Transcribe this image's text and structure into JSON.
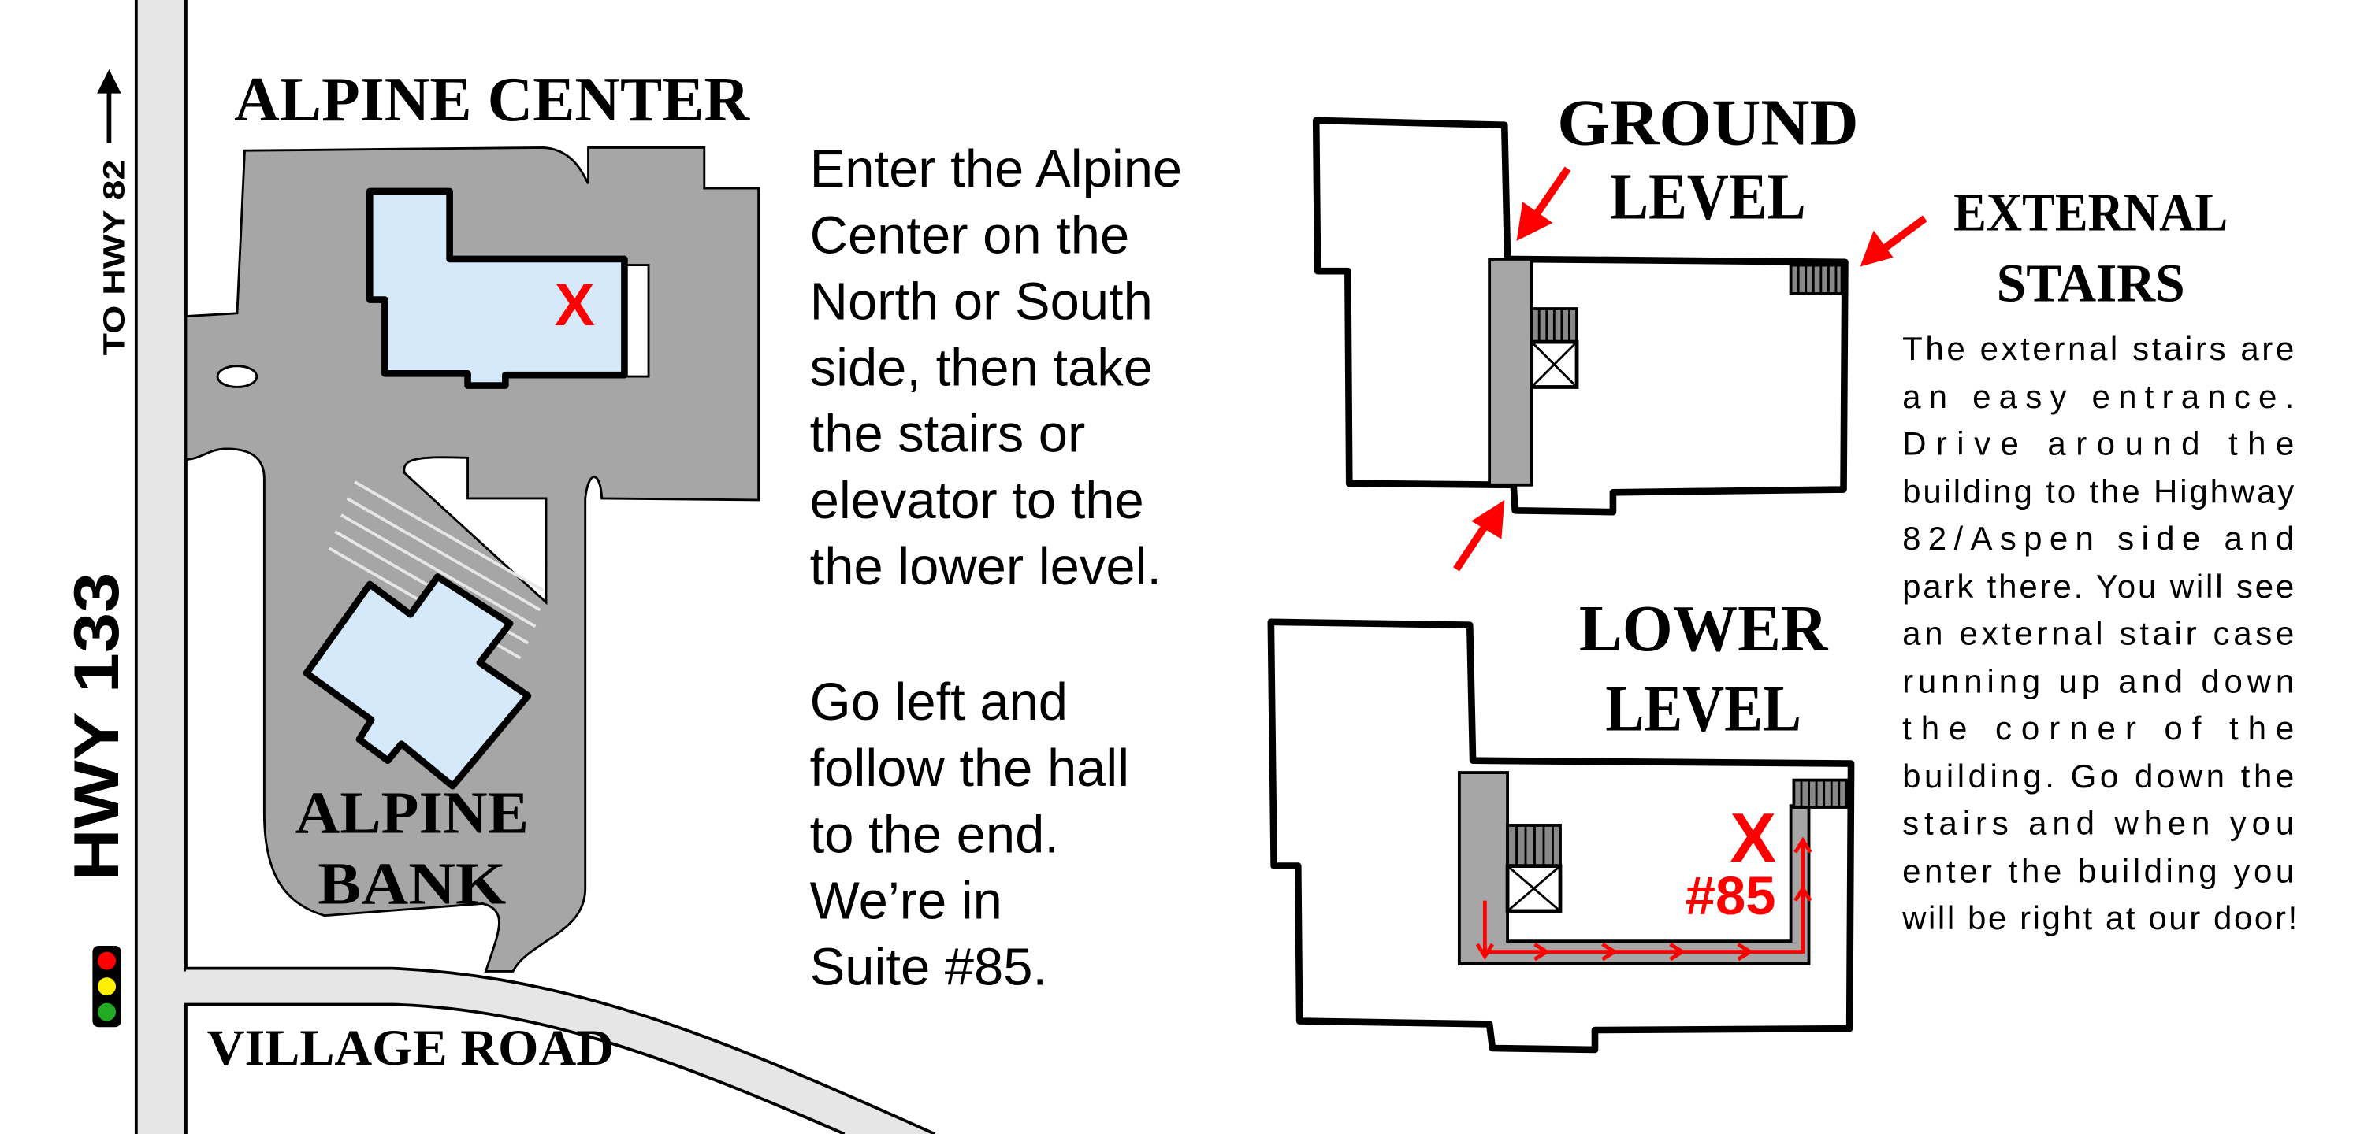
{
  "map": {
    "title": "ALPINE CENTER",
    "to_hwy_label": "TO HWY 82",
    "highway_label": "HWY 133",
    "road_label": "VILLAGE ROAD",
    "bank_label_line1": "ALPINE",
    "bank_label_line2": "BANK",
    "marker": "X"
  },
  "directions": {
    "paragraph1": [
      "Enter the Alpine",
      "Center on the",
      "North or South",
      "side, then take",
      "the stairs or",
      "elevator to the",
      "the lower level."
    ],
    "paragraph2": [
      "Go left and",
      "follow the hall",
      "to the end.",
      "We’re in",
      "Suite #85."
    ]
  },
  "floorplans": {
    "ground_line1": "GROUND",
    "ground_line2": "LEVEL",
    "lower_line1": "LOWER",
    "lower_line2": "LEVEL",
    "suite_marker": "X",
    "suite_number": "#85"
  },
  "external_stairs": {
    "title_line1": "EXTERNAL",
    "title_line2": "STAIRS",
    "lines": [
      "The external stairs are",
      "an easy entrance.",
      "Drive around the",
      "building to the Highway",
      "82/Aspen side and",
      "park there. You will see",
      "an external stair case",
      "running up and down",
      "the corner of the",
      "building. Go down the",
      "stairs and when you",
      "enter the building you",
      "will be right at our door!"
    ]
  },
  "colors": {
    "building": "#d6e9fb",
    "lot": "#a6a6a6",
    "road": "#e6e6e6",
    "accent": "#ff0000"
  }
}
